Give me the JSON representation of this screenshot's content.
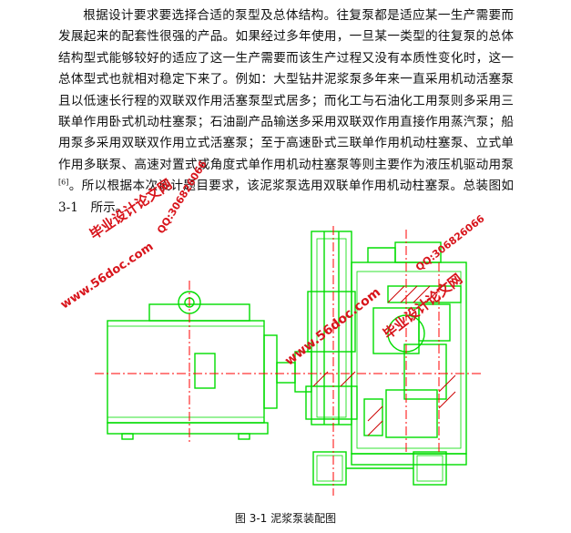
{
  "paragraph": {
    "before_ref": "根据设计要求要选择合适的泵型及总体结构。往复泵都是适应某一生产需要而发展起来的配套性很强的产品。如果经过多年使用，一旦某一类型的往复泵的总体结构型式能够较好的适应了这一生产需要而该生产过程又没有本质性变化时，这一总体型式也就相对稳定下来了。例如：大型钻井泥浆泵多年来一直采用机动活塞泵且以低速长行程的双联双作用活塞泵型式居多；而化工与石油化工用泵则多采用三联单作用卧式机动柱塞泵；石油副产品输送多采用双联双作用直接作用蒸汽泵；船用泵多采用双联双作用立式活塞泵；至于高速卧式三联单作用机动柱塞泵、立式单作用多联泵、高速对置式或角度式单作用机动柱塞泵等则主要作为液压机驱动用泵",
    "ref": "[6]",
    "after_ref": "。所以根据本次设计题目要求，该泥浆泵选用双联单作用机动柱塞泵。总装图如　3-1　所示。"
  },
  "figure": {
    "caption": "图 3-1 泥浆泵装配图"
  },
  "watermarks": [
    {
      "text": "毕业设计论文网",
      "size": 15
    },
    {
      "text": "www.56doc.com",
      "size": 13
    },
    {
      "text": "QQ:306826066",
      "size": 11
    },
    {
      "text": "www.56doc.com",
      "size": 14
    },
    {
      "text": "毕业设计论文网",
      "size": 15
    },
    {
      "text": "QQ:306826066",
      "size": 11
    }
  ],
  "colors": {
    "drawing": "#00dd00",
    "centerline": "#ff0000",
    "hatch": "#cc0000",
    "watermark": "#d8141b"
  }
}
